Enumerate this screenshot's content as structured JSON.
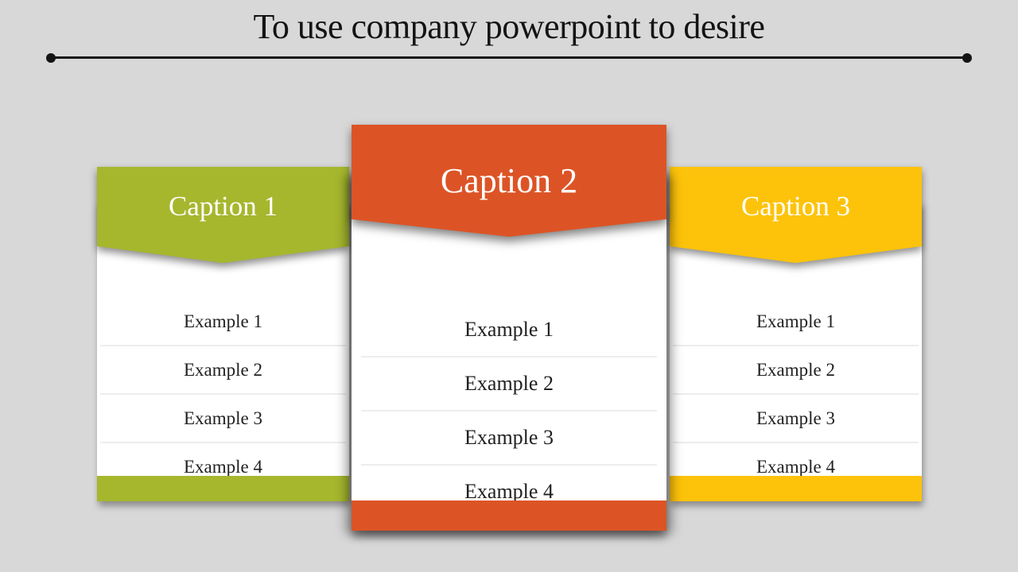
{
  "slide": {
    "title": "To use company powerpoint to desire"
  },
  "colors": {
    "background": "#d8d8d8",
    "title_text": "#141414",
    "divider": "#141414",
    "caption_text": "#ffffff",
    "item_text": "#212121",
    "card_background": "#ffffff"
  },
  "cards": [
    {
      "caption": "Caption 1",
      "color": "#a6b72e",
      "items": [
        "Example 1",
        "Example 2",
        "Example 3",
        "Example 4"
      ]
    },
    {
      "caption": "Caption 2",
      "color": "#dc5426",
      "items": [
        "Example 1",
        "Example 2",
        "Example 3",
        "Example 4"
      ]
    },
    {
      "caption": "Caption 3",
      "color": "#fdc30b",
      "items": [
        "Example 1",
        "Example 2",
        "Example 3",
        "Example 4"
      ]
    }
  ]
}
